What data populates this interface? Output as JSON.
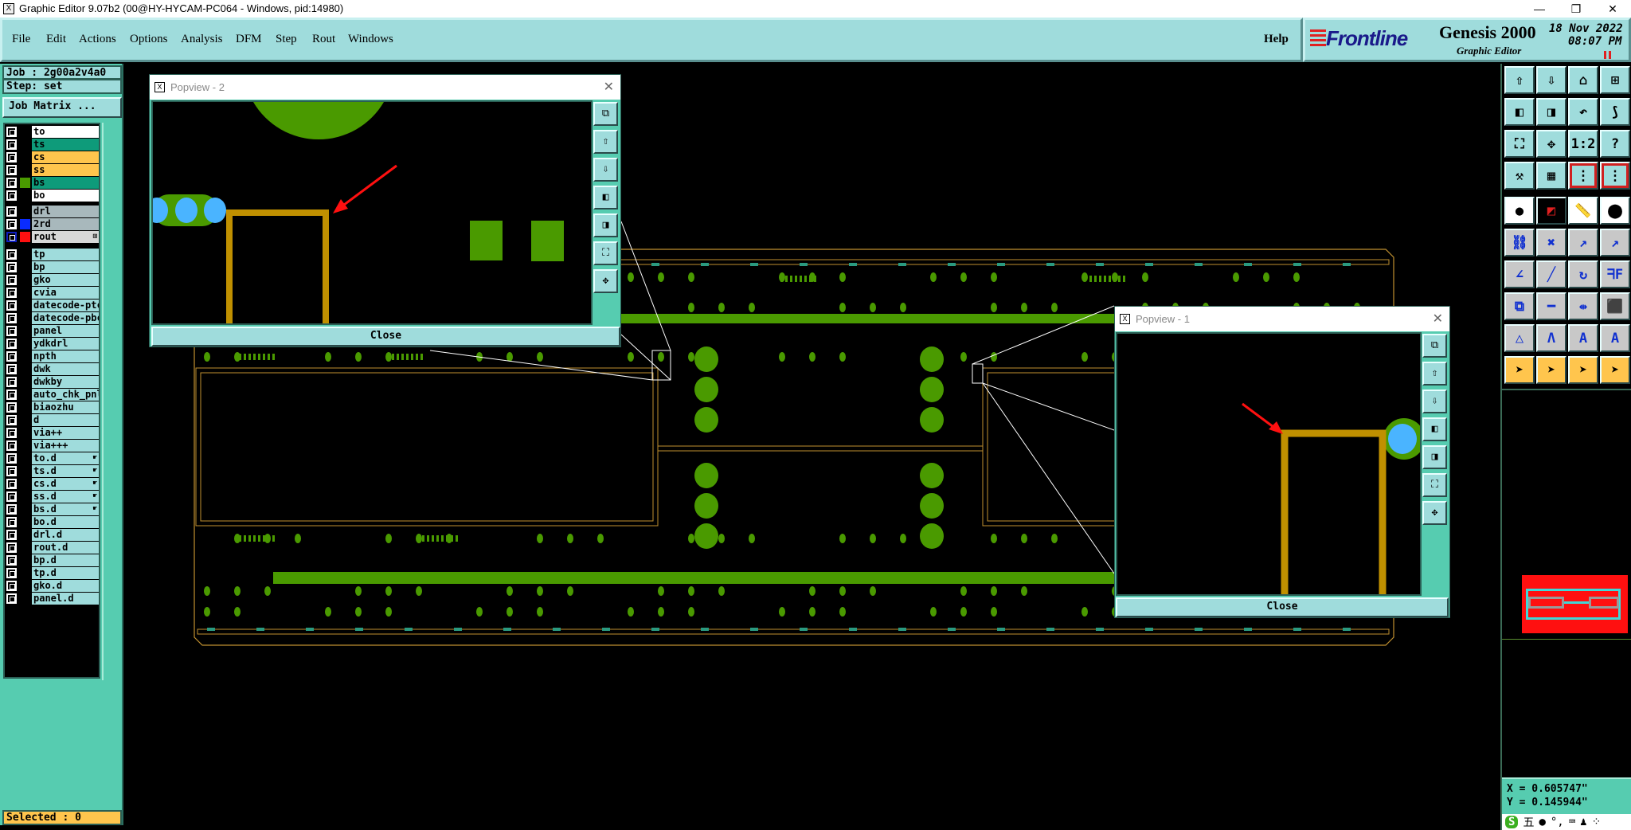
{
  "window": {
    "title": "Graphic Editor 9.07b2 (00@HY-HYCAM-PC064 - Windows, pid:14980)",
    "minimize": "—",
    "restore": "❐",
    "close": "✕"
  },
  "menu": [
    {
      "label": "File"
    },
    {
      "label": "Edit"
    },
    {
      "label": "Actions"
    },
    {
      "label": "Options"
    },
    {
      "label": "Analysis"
    },
    {
      "label": "DFM"
    },
    {
      "label": "Step"
    },
    {
      "label": "Rout"
    },
    {
      "label": "Windows"
    }
  ],
  "help": "Help",
  "logo": {
    "brand": "Frontline",
    "product": "Genesis 2000",
    "subtitle": "Graphic Editor",
    "date": "18 Nov 2022",
    "time": "08:07 PM",
    "accent": "#1a1a8a",
    "red": "#e02020"
  },
  "job": {
    "job_label": "Job : 2g00a2v4a0",
    "step_label": "Step: set",
    "matrix_button": "Job Matrix ..."
  },
  "layers": [
    {
      "name": "to",
      "bg": "#ffffff"
    },
    {
      "name": "ts",
      "bg": "#0e9b7a"
    },
    {
      "name": "cs",
      "bg": "#ffc54d"
    },
    {
      "name": "ss",
      "bg": "#ffc54d"
    },
    {
      "name": "bs",
      "bg": "#0e9b7a",
      "swatch": "#4a9a00"
    },
    {
      "name": "bo",
      "bg": "#ffffff"
    },
    {
      "name": "drl",
      "bg": "#a8b8bc"
    },
    {
      "name": "2rd",
      "bg": "#a8b8bc",
      "swatch": "#0a2cff"
    },
    {
      "name": "rout",
      "bg": "#d8d8d8",
      "swatch": "#ff1010",
      "marker": "⊞",
      "active": true
    },
    {
      "name": "tp"
    },
    {
      "name": "bp"
    },
    {
      "name": "gko"
    },
    {
      "name": "cvia"
    },
    {
      "name": "datecode-ptc"
    },
    {
      "name": "datecode-pbc"
    },
    {
      "name": "panel"
    },
    {
      "name": "ydkdrl"
    },
    {
      "name": "npth"
    },
    {
      "name": "dwk"
    },
    {
      "name": "dwkby"
    },
    {
      "name": "auto_chk_pnl"
    },
    {
      "name": "biaozhu"
    },
    {
      "name": "d"
    },
    {
      "name": "via++"
    },
    {
      "name": "via+++"
    },
    {
      "name": "to.d",
      "marker": "☛"
    },
    {
      "name": "ts.d",
      "marker": "☛"
    },
    {
      "name": "cs.d",
      "marker": "☛"
    },
    {
      "name": "ss.d",
      "marker": "☛"
    },
    {
      "name": "bs.d",
      "marker": "☛"
    },
    {
      "name": "bo.d"
    },
    {
      "name": "drl.d"
    },
    {
      "name": "rout.d"
    },
    {
      "name": "bp.d"
    },
    {
      "name": "tp.d"
    },
    {
      "name": "gko.d"
    },
    {
      "name": "panel.d"
    }
  ],
  "selected": "Selected : 0",
  "coords": {
    "x": "X = 0.605747\"",
    "y": "Y = 0.145944\""
  },
  "toolbar": [
    {
      "icon": "layer-up-icon",
      "glyph": "⇧"
    },
    {
      "icon": "layer-down-icon",
      "glyph": "⇩"
    },
    {
      "icon": "home-icon",
      "glyph": "⌂"
    },
    {
      "icon": "grid-xy-icon",
      "glyph": "⊞"
    },
    {
      "icon": "pan-left-icon",
      "glyph": "◧"
    },
    {
      "icon": "pan-right-icon",
      "glyph": "◨"
    },
    {
      "icon": "undo-view-icon",
      "glyph": "↶"
    },
    {
      "icon": "redraw-icon",
      "glyph": "⟆"
    },
    {
      "icon": "zoom-fit-icon",
      "glyph": "⛶"
    },
    {
      "icon": "zoom-in-out-icon",
      "glyph": "✥"
    },
    {
      "icon": "scale-1-2-icon",
      "glyph": "1:2"
    },
    {
      "icon": "help-icon",
      "glyph": "?"
    },
    {
      "icon": "tools-icon",
      "glyph": "⚒"
    },
    {
      "icon": "grid-icon",
      "glyph": "▦"
    },
    {
      "icon": "snap-icon",
      "glyph": "⋮"
    },
    {
      "icon": "snap-alt-icon",
      "glyph": "⋮"
    },
    {
      "icon": "pad-icon",
      "glyph": "●"
    },
    {
      "icon": "select-box-icon",
      "glyph": "◩"
    },
    {
      "icon": "ruler-icon",
      "glyph": "📏"
    },
    {
      "icon": "pad-outline-icon",
      "glyph": "⬤"
    },
    {
      "icon": "connect-icon",
      "glyph": "⛓"
    },
    {
      "icon": "delete-icon",
      "glyph": "✖"
    },
    {
      "icon": "move-icon",
      "glyph": "↗"
    },
    {
      "icon": "copy-icon",
      "glyph": "↗"
    },
    {
      "icon": "line-angle-icon",
      "glyph": "∠"
    },
    {
      "icon": "line-icon",
      "glyph": "╱"
    },
    {
      "icon": "rotate-icon",
      "glyph": "↻"
    },
    {
      "icon": "mirror-icon",
      "glyph": "ᖷF"
    },
    {
      "icon": "move-pad-icon",
      "glyph": "⧉"
    },
    {
      "icon": "line-split-icon",
      "glyph": "━"
    },
    {
      "icon": "resize-icon",
      "glyph": "⇹"
    },
    {
      "icon": "shapes-icon",
      "glyph": "⬛"
    },
    {
      "icon": "triangle-icon",
      "glyph": "△"
    },
    {
      "icon": "arc-up-icon",
      "glyph": "Λ"
    },
    {
      "icon": "arc-icon",
      "glyph": "A"
    },
    {
      "icon": "arc-split-icon",
      "glyph": "A"
    },
    {
      "icon": "pointer-icon",
      "glyph": "➤"
    },
    {
      "icon": "pointer-box-icon",
      "glyph": "➤"
    },
    {
      "icon": "pointer-poly-icon",
      "glyph": "➤"
    },
    {
      "icon": "pointer-net-icon",
      "glyph": "➤"
    }
  ],
  "popview2": {
    "title": "Popview - 2",
    "close": "Close"
  },
  "popview1": {
    "title": "Popview - 1",
    "close": "Close"
  },
  "ime": {
    "logo": "S",
    "items": [
      "五",
      "●",
      "°,",
      "⌨",
      "♟",
      "⁘"
    ]
  }
}
